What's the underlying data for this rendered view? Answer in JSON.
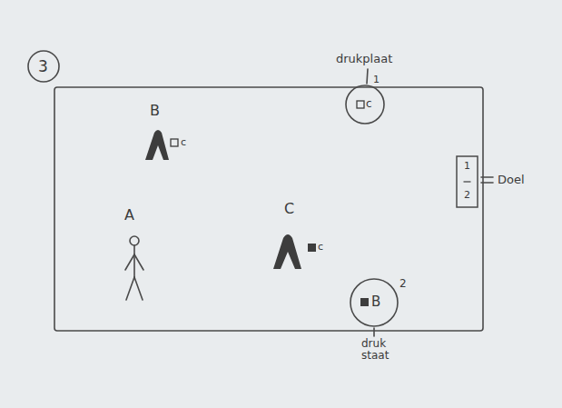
{
  "diagram": {
    "nodes": [
      {
        "text": [
          "c"
        ]
      },
      {
        "text": [
          "B"
        ]
      },
      {
        "text": [
          "1",
          "2",
          "Doel"
        ]
      }
    ],
    "labels": [
      "3",
      "B",
      "c",
      "A",
      "C",
      "c",
      "drukplaat",
      "1",
      "2",
      "druk staat"
    ]
  }
}
